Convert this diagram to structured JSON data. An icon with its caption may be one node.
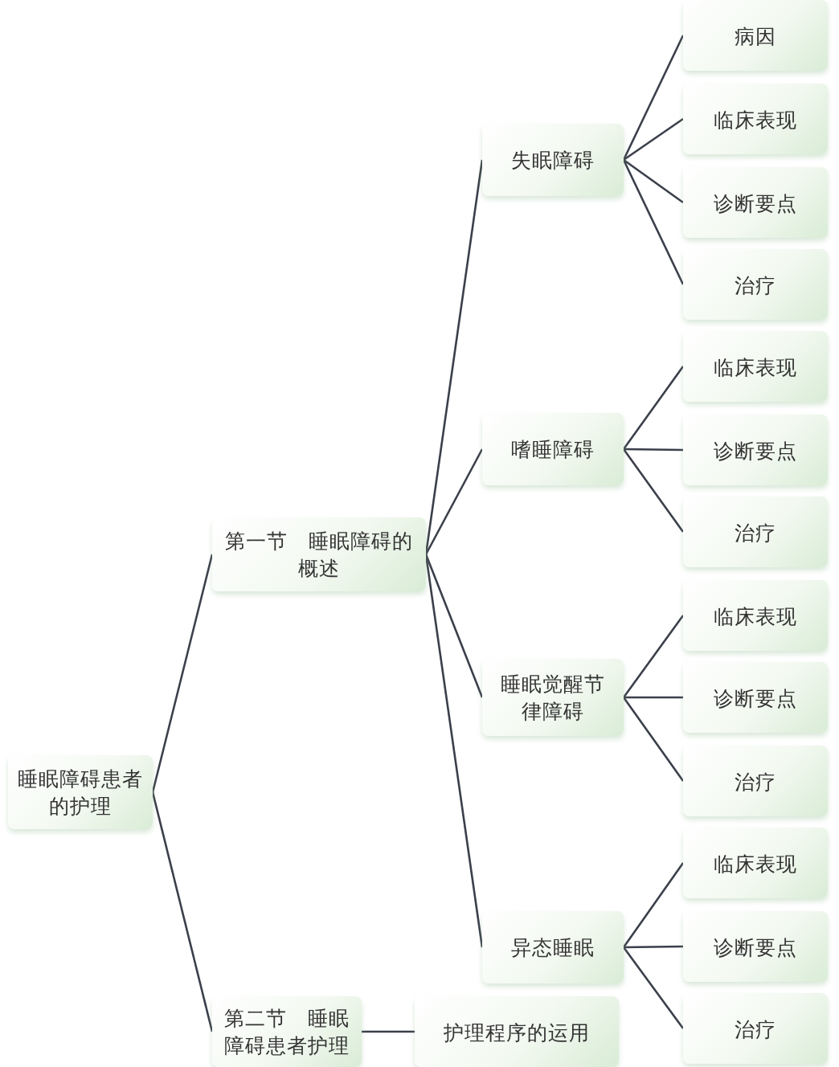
{
  "diagram": {
    "nodes": [
      {
        "text": [
          "睡眠障碍患者的护理"
        ]
      },
      {
        "text": [
          "第一节　睡眠障碍的概述"
        ]
      },
      {
        "text": [
          "失眠障碍"
        ]
      },
      {
        "text": [
          "病因"
        ]
      },
      {
        "text": [
          "临床表现"
        ]
      },
      {
        "text": [
          "诊断要点"
        ]
      },
      {
        "text": [
          "治疗"
        ]
      },
      {
        "text": [
          "嗜睡障碍"
        ]
      },
      {
        "text": [
          "临床表现"
        ]
      },
      {
        "text": [
          "诊断要点"
        ]
      },
      {
        "text": [
          "治疗"
        ]
      },
      {
        "text": [
          "睡眠觉醒节律障碍"
        ]
      },
      {
        "text": [
          "临床表现"
        ]
      },
      {
        "text": [
          "诊断要点"
        ]
      },
      {
        "text": [
          "治疗"
        ]
      },
      {
        "text": [
          "异态睡眠"
        ]
      },
      {
        "text": [
          "临床表现"
        ]
      },
      {
        "text": [
          "诊断要点"
        ]
      },
      {
        "text": [
          "治疗"
        ]
      },
      {
        "text": [
          "第二节　睡眠障碍患者护理"
        ]
      },
      {
        "text": [
          "护理程序的运用"
        ]
      }
    ],
    "edges": [
      {
        "from": 0,
        "to": 1,
        "arrow": "none"
      },
      {
        "from": 0,
        "to": 19,
        "arrow": "none"
      },
      {
        "from": 1,
        "to": 2,
        "arrow": "none"
      },
      {
        "from": 1,
        "to": 7,
        "arrow": "none"
      },
      {
        "from": 1,
        "to": 11,
        "arrow": "none"
      },
      {
        "from": 1,
        "to": 15,
        "arrow": "none"
      },
      {
        "from": 2,
        "to": 3,
        "arrow": "none"
      },
      {
        "from": 2,
        "to": 4,
        "arrow": "none"
      },
      {
        "from": 2,
        "to": 5,
        "arrow": "none"
      },
      {
        "from": 2,
        "to": 6,
        "arrow": "none"
      },
      {
        "from": 7,
        "to": 8,
        "arrow": "none"
      },
      {
        "from": 7,
        "to": 9,
        "arrow": "none"
      },
      {
        "from": 7,
        "to": 10,
        "arrow": "none"
      },
      {
        "from": 11,
        "to": 12,
        "arrow": "none"
      },
      {
        "from": 11,
        "to": 13,
        "arrow": "none"
      },
      {
        "from": 11,
        "to": 14,
        "arrow": "none"
      },
      {
        "from": 15,
        "to": 16,
        "arrow": "none"
      },
      {
        "from": 15,
        "to": 17,
        "arrow": "none"
      },
      {
        "from": 15,
        "to": 18,
        "arrow": "none"
      },
      {
        "from": 19,
        "to": 20,
        "arrow": "none"
      }
    ]
  }
}
